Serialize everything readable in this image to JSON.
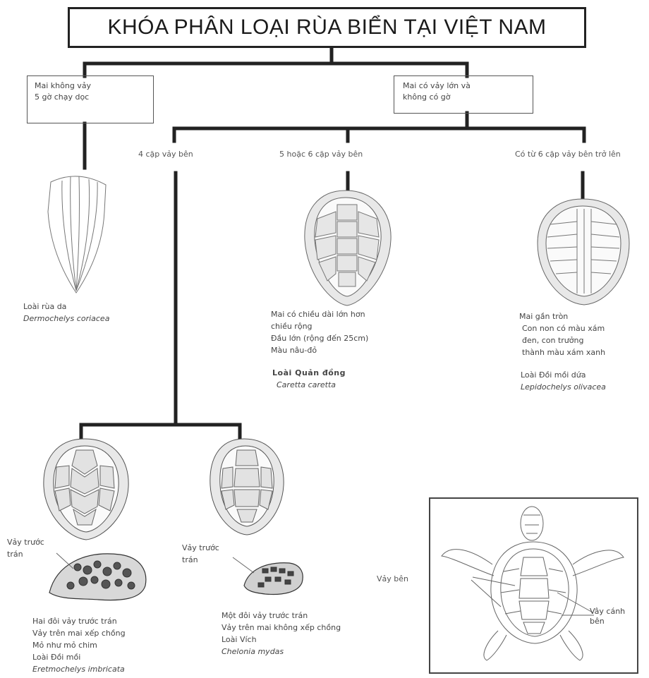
{
  "title": "KHÓA PHÂN LOẠI RÙA BIỂN TẠI VIỆT NAM",
  "branch_left": {
    "line1": "Mai không vảy",
    "line2": "5 gờ chạy dọc"
  },
  "branch_right": {
    "line1": "Mai có vảy lớn và",
    "line2": "không có gờ"
  },
  "sub_labels": {
    "four_pairs": "4 cặp vảy bên",
    "five_six_pairs": "5 hoặc 6 cặp vảy bên",
    "six_plus_pairs": "Có từ 6 cặp vảy bên trở lên"
  },
  "leatherback": {
    "common": "Loài rùa da",
    "scientific": "Dermochelys coriacea"
  },
  "loggerhead": {
    "l1": "Mai có chiều dài lớn hơn",
    "l2": "chiều rộng",
    "l3": "Đầu lớn (rộng đến 25cm)",
    "l4": "Màu nâu-đỏ",
    "common": "Loài Quản đồng",
    "scientific": "Caretta caretta"
  },
  "olive_ridley": {
    "l1": "Mai gần tròn",
    "l2": "Con non có màu xám",
    "l3": "đen, con trưởng",
    "l4": "thành màu xám xanh",
    "common": "Loài Đồi mồi dứa",
    "scientific": "Lepidochelys olivacea"
  },
  "hawksbill": {
    "scale_label_1": "Vảy trước",
    "scale_label_2": "trán",
    "l1": "Hai đôi vảy trước trán",
    "l2": "Vảy trên mai xếp chồng",
    "l3": "Mỏ như mỏ chim",
    "common": "Loài Đồi mồi",
    "scientific": "Eretmochelys imbricata"
  },
  "green": {
    "scale_label_1": "Vảy trước",
    "scale_label_2": "trán",
    "l1": "Một đôi vảy trước trán",
    "l2": "Vảy trên mai không xếp chồng",
    "common": "Loài Vích",
    "scientific": "Chelonia mydas"
  },
  "diagram_box": {
    "lateral_scutes": "Vảy bên",
    "flipper_1": "Vây cánh",
    "flipper_2": "bên"
  }
}
